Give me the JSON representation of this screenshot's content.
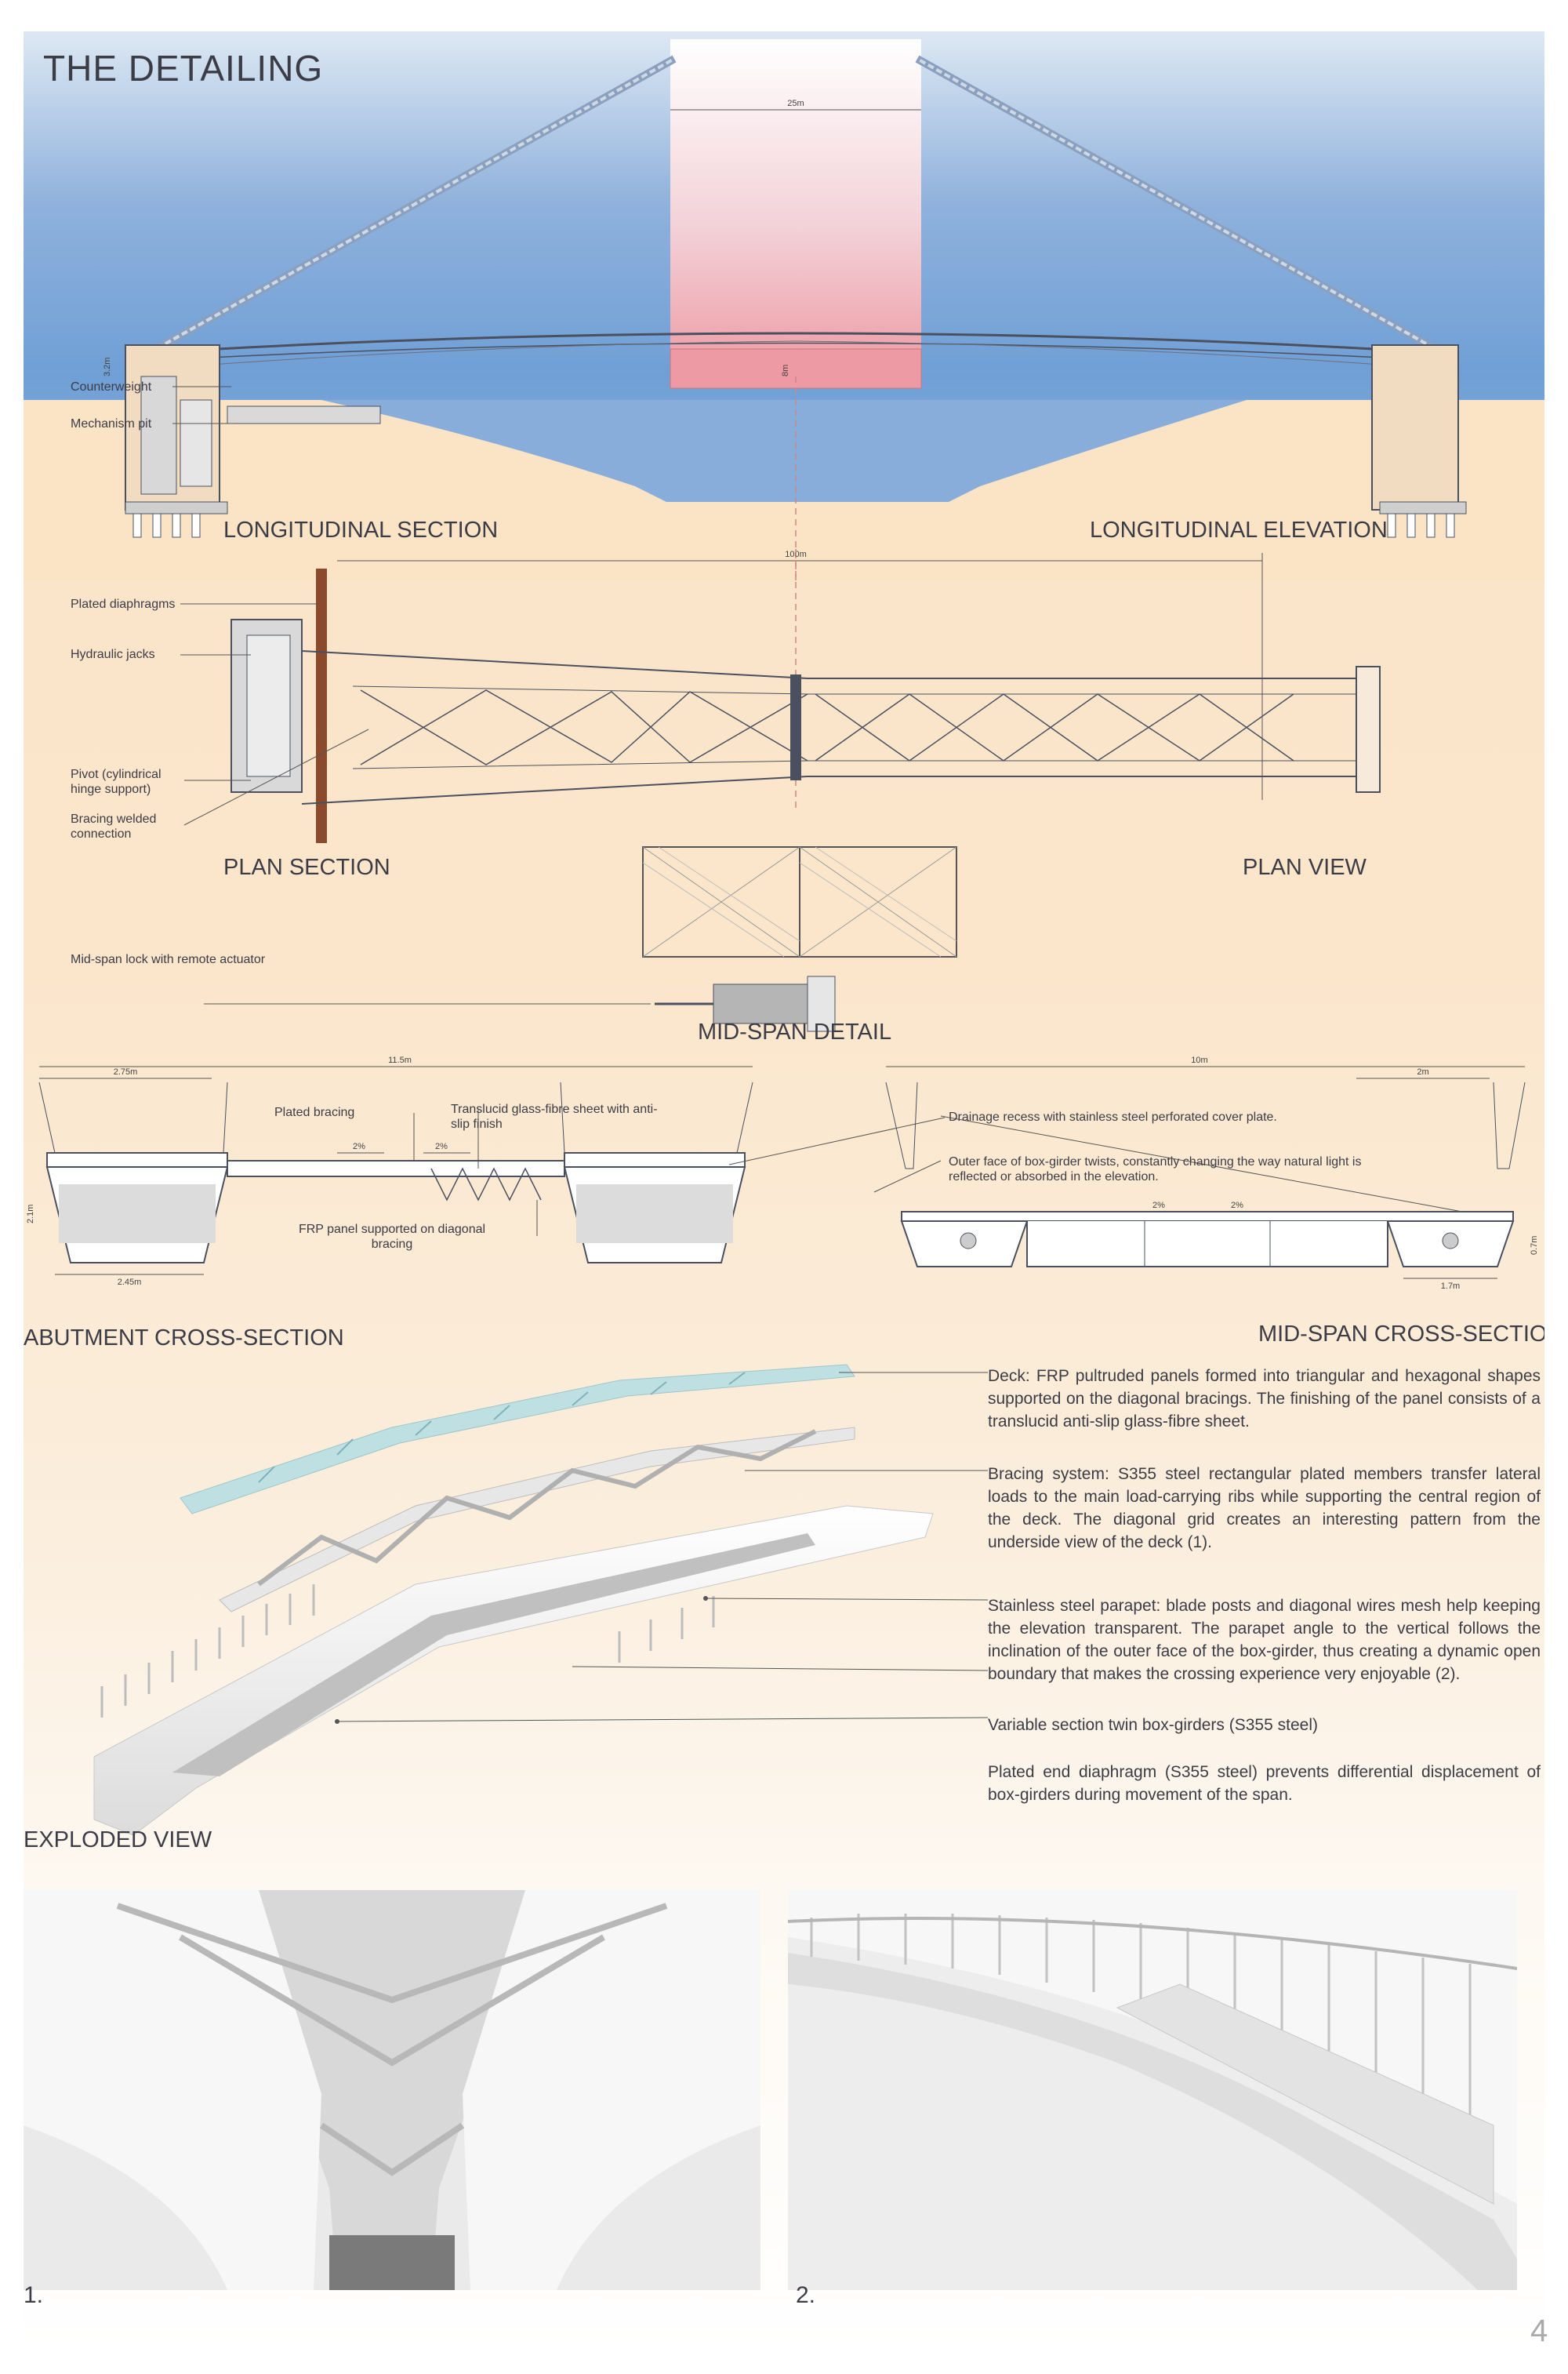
{
  "title": "THE  DETAILING",
  "sections": {
    "longitudinal_section": "LONGITUDINAL SECTION",
    "longitudinal_elevation": "LONGITUDINAL ELEVATION",
    "plan_section": "PLAN SECTION",
    "plan_view": "PLAN VIEW",
    "mid_span_detail": "MID-SPAN DETAIL",
    "abutment_cross_section": "ABUTMENT CROSS-SECTION",
    "mid_span_cross_section": "MID-SPAN CROSS-SECTION",
    "exploded_view": "EXPLODED VIEW"
  },
  "dimensions": {
    "clearance_width": "25m",
    "span_length": "100m",
    "counterweight_height": "3.2m",
    "mid_height": "8m",
    "abutment_left": "2.75m",
    "abutment_total": "11.5m",
    "abutment_depth": "2.1m",
    "abutment_bottom": "2.45m",
    "midspan_total": "10m",
    "midspan_right": "2m",
    "midspan_depth": "0.7m",
    "midspan_bottom": "1.7m",
    "slope": "2%"
  },
  "labels": {
    "counterweight": "Counterweight",
    "mechanism_pit": "Mechanism pit",
    "plated_diaphragms": "Plated diaphragms",
    "hydraulic_jacks": "Hydraulic jacks",
    "pivot": "Pivot (cylindrical hinge support)",
    "bracing_weld": "Bracing welded connection",
    "midspan_lock": "Mid-span lock with remote actuator",
    "plated_bracing": "Plated bracing",
    "glass_fibre": "Translucid glass-fibre sheet with anti-slip finish",
    "frp_panel": "FRP panel supported on diagonal bracing",
    "drainage": "Drainage recess with stainless steel perforated cover plate.",
    "outer_face": "Outer face of box-girder twists, constantly changing the way natural light is reflected or absorbed in the elevation."
  },
  "descriptions": [
    "Deck: FRP pultruded panels formed into triangular and hexagonal shapes supported on the diagonal bracings. The finishing of the panel consists of a translucid anti-slip glass-fibre sheet.",
    "Bracing system: S355 steel rectangular plated members transfer lateral loads to the main load-carrying ribs while supporting the central region of the deck. The diagonal grid creates an interesting pattern from the underside view of the deck (1).",
    "Stainless steel parapet: blade posts and diagonal wires mesh help keeping the elevation transparent. The parapet angle to the vertical follows the inclination of the outer face of the box-girder, thus creating a dynamic open boundary that makes the crossing experience very enjoyable (2).",
    "Variable section twin box-girders (S355 steel)",
    "Plated end diaphragm (S355 steel) prevents differential displacement of box-girders during movement of the span."
  ],
  "photo_numbers": [
    "1.",
    "2."
  ],
  "page_number": "4"
}
